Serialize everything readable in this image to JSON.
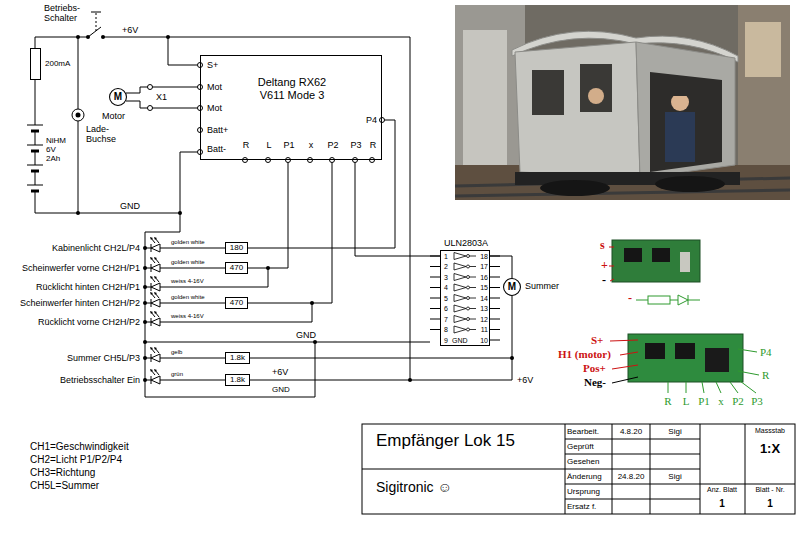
{
  "diagram": {
    "title": "Empfänger Lok 15",
    "nodes": [
      {
        "text": [
          "200mA"
        ]
      },
      {
        "text": [
          "Deltang RX62 V611 Mode 3",
          "S+",
          "Mot",
          "Mot",
          "Batt+",
          "Batt-",
          "R",
          "L",
          "P1",
          "x",
          "P2",
          "P3",
          "R",
          "P4"
        ]
      },
      {
        "text": [
          "M"
        ]
      },
      {
        "text": [
          "180"
        ]
      },
      {
        "text": [
          "470"
        ]
      },
      {
        "text": [
          "470"
        ]
      },
      {
        "text": [
          "1.8k"
        ]
      },
      {
        "text": [
          "1.8k"
        ]
      },
      {
        "text": [
          "ULN2803A",
          "1",
          "2",
          "3",
          "4",
          "5",
          "6",
          "7",
          "8",
          "9",
          "GND",
          "18",
          "17",
          "16",
          "15",
          "14",
          "13",
          "12",
          "11",
          "10"
        ]
      },
      {
        "text": [
          "M"
        ]
      }
    ],
    "edges": [
      {
        "from": 1,
        "to": 2,
        "arrow": "none"
      },
      {
        "from": 1,
        "to": 2,
        "arrow": "none"
      },
      {
        "from": 3,
        "to": 1,
        "arrow": "none"
      },
      {
        "from": 4,
        "to": 1,
        "arrow": "none"
      },
      {
        "from": 5,
        "to": 1,
        "arrow": "none"
      },
      {
        "from": 1,
        "to": 8,
        "arrow": "none"
      },
      {
        "from": 8,
        "to": 9,
        "arrow": "none"
      }
    ],
    "labels": [
      "Betriebs- Schalter",
      "+6V",
      "Lade- Buchse",
      "NiHM 6V 2Ah",
      "X1",
      "Motor",
      "GND",
      "Kabinenlicht CH2L/P4",
      "golden white",
      "Scheinwerfer vorne CH2H/P1",
      "golden white",
      "Rücklicht hinten CH2H/P1",
      "weiss 4-16V",
      "Scheinwerfer hinten CH2H/P2",
      "golden white",
      "Rücklicht vorne CH2H/P2",
      "weiss 4-16V",
      "GND",
      "Summer",
      "Summer CH5L/P3",
      "gelb",
      "Betriebsschalter Ein",
      "grün",
      "+6V",
      "GND",
      "+6V",
      "s",
      "+",
      "-",
      "-",
      "S+",
      "H1 (motor)",
      "Pos+",
      "Neg-",
      "P4",
      "R",
      "R",
      "L",
      "P1",
      "x",
      "P2",
      "P3",
      "CH1=Geschwindigkeit",
      "CH2=Licht P1/P2/P4",
      "CH3=Richtung",
      "CH5L=Summer",
      "Sigitronic ☺",
      "Bearbeit.",
      "4.8.20",
      "Sigi",
      "Massstab",
      "1:X",
      "Geprüft",
      "Gesehen",
      "Änderung",
      "24.8.20",
      "Sigi",
      "Ursprung",
      "Anz. Blatt",
      "Blatt - Nr.",
      "1",
      "1",
      "Ersatz f."
    ]
  }
}
